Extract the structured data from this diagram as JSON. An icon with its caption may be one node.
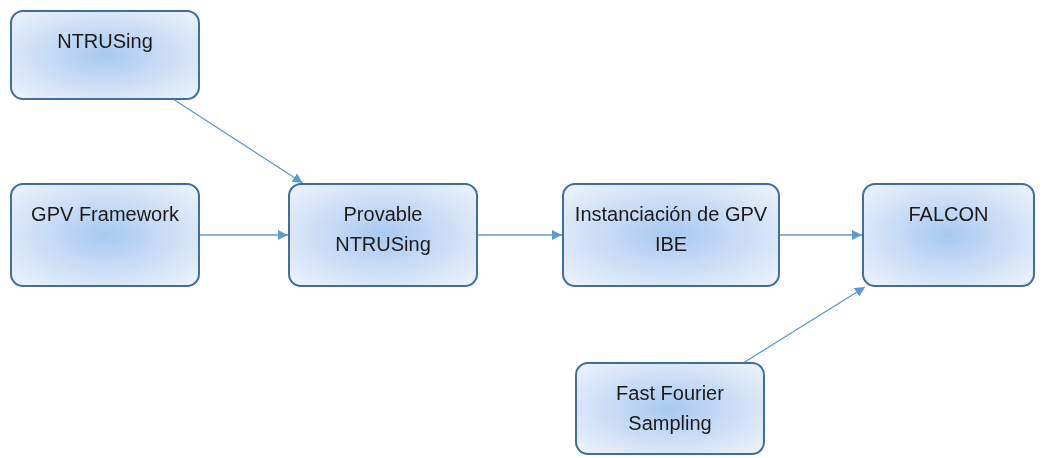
{
  "diagram": {
    "nodes": [
      {
        "text": [
          "NTRUSing"
        ]
      },
      {
        "text": [
          "GPV Framework"
        ]
      },
      {
        "text": [
          "Provable NTRUSing"
        ]
      },
      {
        "text": [
          "Instanciación de GPV IBE"
        ]
      },
      {
        "text": [
          "FALCON"
        ]
      },
      {
        "text": [
          "Fast Fourier Sampling"
        ]
      }
    ],
    "edges": [
      {
        "from": 0,
        "to": 2,
        "arrow": "to"
      },
      {
        "from": 1,
        "to": 2,
        "arrow": "to"
      },
      {
        "from": 2,
        "to": 3,
        "arrow": "to"
      },
      {
        "from": 3,
        "to": 4,
        "arrow": "to"
      },
      {
        "from": 5,
        "to": 4,
        "arrow": "to"
      }
    ]
  }
}
